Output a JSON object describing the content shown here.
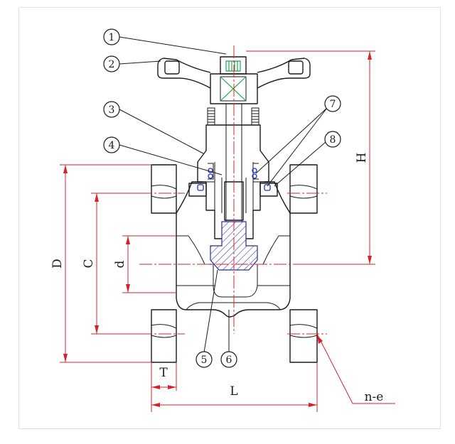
{
  "balloons": [
    "1",
    "2",
    "3",
    "4",
    "5",
    "6",
    "7",
    "8"
  ],
  "dimensions": {
    "H": "H",
    "D": "D",
    "C": "C",
    "d": "d",
    "T": "T",
    "L": "L",
    "ne": "n-e"
  },
  "colors": {
    "dimension": "#d8202a",
    "seal": "#2030c0",
    "bolt": "#1ea84a",
    "outline": "#1a1a1a"
  }
}
